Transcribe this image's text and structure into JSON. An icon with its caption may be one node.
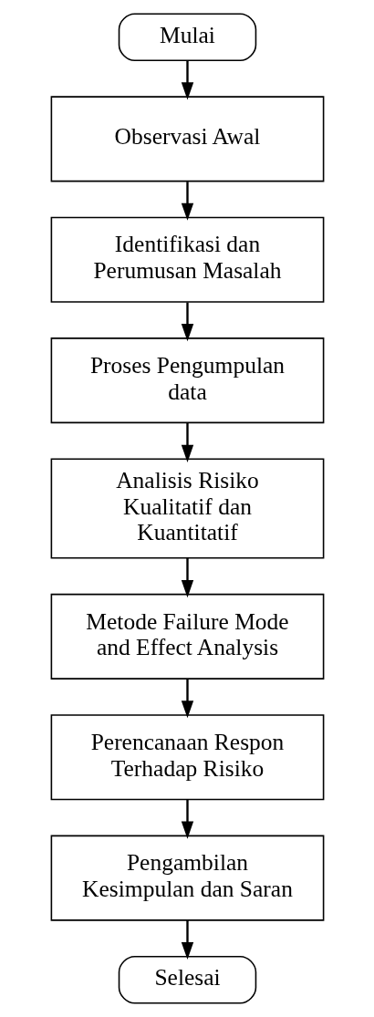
{
  "diagram": {
    "nodes": [
      {
        "text": [
          "Mulai"
        ]
      },
      {
        "text": [
          "Observasi Awal"
        ]
      },
      {
        "text": [
          "Identifikasi dan Perumusan Masalah"
        ]
      },
      {
        "text": [
          "Proses Pengumpulan data"
        ]
      },
      {
        "text": [
          "Analisis Risiko Kualitatif dan Kuantitatif"
        ]
      },
      {
        "text": [
          "Metode Failure Mode and Effect Analysis"
        ]
      },
      {
        "text": [
          "Perencanaan Respon Terhadap Risiko"
        ]
      },
      {
        "text": [
          "Pengambilan Kesimpulan dan Saran"
        ]
      },
      {
        "text": [
          "Selesai"
        ]
      }
    ],
    "edges": [
      {
        "from": 0,
        "to": 1,
        "arrow": "to"
      },
      {
        "from": 1,
        "to": 2,
        "arrow": "to"
      },
      {
        "from": 2,
        "to": 3,
        "arrow": "to"
      },
      {
        "from": 3,
        "to": 4,
        "arrow": "to"
      },
      {
        "from": 4,
        "to": 5,
        "arrow": "to"
      },
      {
        "from": 5,
        "to": 6,
        "arrow": "to"
      },
      {
        "from": 6,
        "to": 7,
        "arrow": "to"
      },
      {
        "from": 7,
        "to": 8,
        "arrow": "to"
      }
    ]
  }
}
